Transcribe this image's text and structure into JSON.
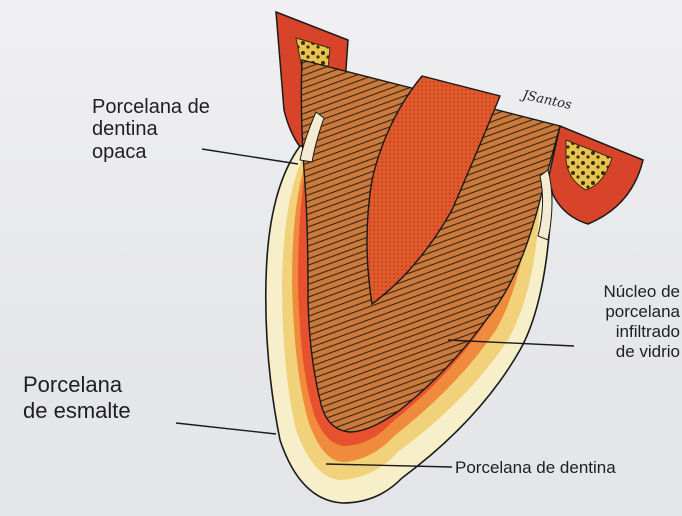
{
  "labels": {
    "dentina_opaca": "Porcelana de\ndentina\nopaca",
    "nucleo": "Núcleo de\nporcelana\ninfiltrado\nde vidrio",
    "esmalte": "Porcelana\nde esmalte",
    "dentina": "Porcelana de dentina"
  },
  "signature": "JSantos",
  "colors": {
    "background": "#ececee",
    "enamel_porcelain": "#f6efc9",
    "dentin_porcelain": "#f1d27a",
    "opaque_dentin": "#f08a3c",
    "glass_core": "#e8512e",
    "tooth_dentin": "#c9783a",
    "pulp": "#e0502a",
    "bone": "#d8442a",
    "cancellous_bone": "#e5c04a",
    "outline": "#1a1a1a"
  }
}
